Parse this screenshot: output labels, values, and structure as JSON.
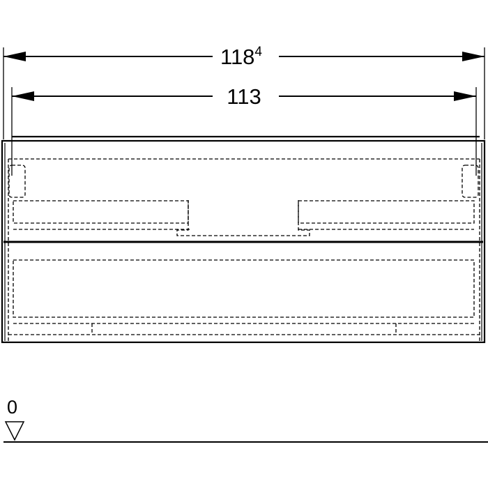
{
  "dimensions": {
    "overall_width": {
      "value": "118",
      "superscript": "4"
    },
    "inner_width": {
      "value": "113"
    }
  },
  "level_marker": {
    "label": "0"
  },
  "colors": {
    "line": "#000000",
    "background": "#ffffff"
  }
}
